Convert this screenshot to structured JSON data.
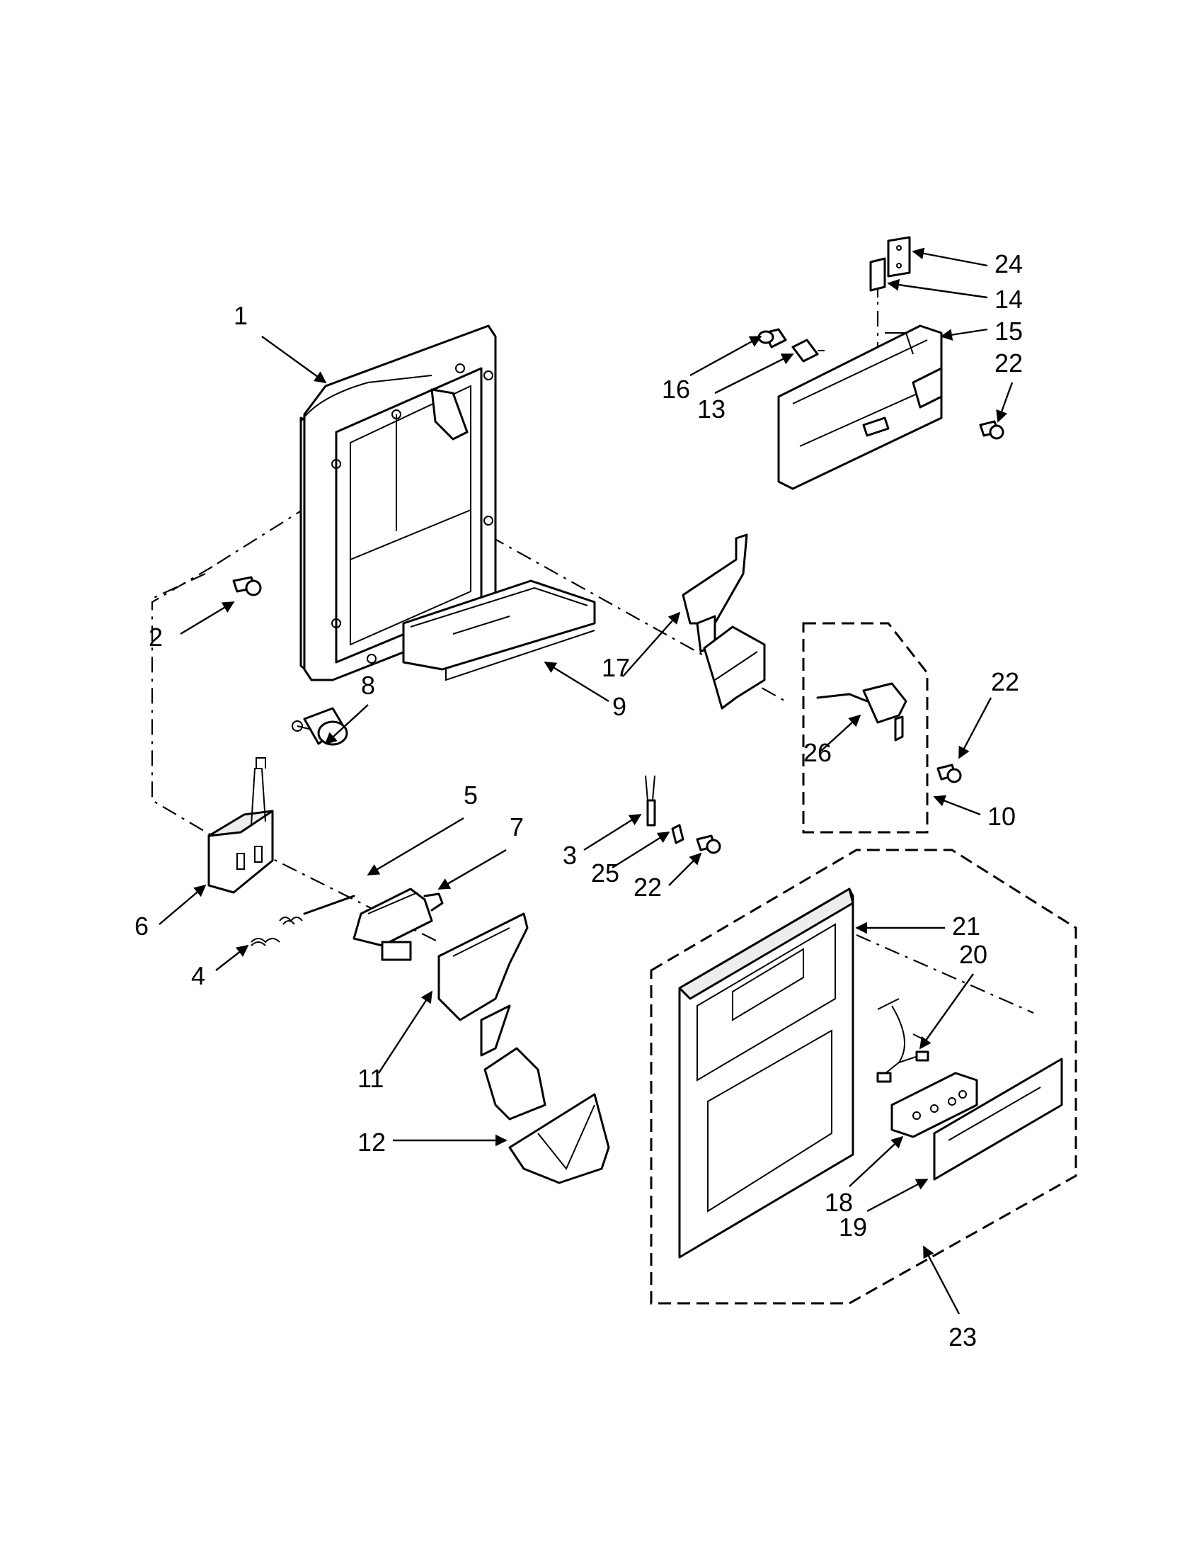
{
  "colors": {
    "line": "#000000",
    "background": "#ffffff",
    "shade": "#ededed"
  },
  "callouts": [
    {
      "id": "1",
      "label": "1"
    },
    {
      "id": "2",
      "label": "2"
    },
    {
      "id": "3",
      "label": "3"
    },
    {
      "id": "4",
      "label": "4"
    },
    {
      "id": "5",
      "label": "5"
    },
    {
      "id": "6",
      "label": "6"
    },
    {
      "id": "7",
      "label": "7"
    },
    {
      "id": "8",
      "label": "8"
    },
    {
      "id": "9",
      "label": "9"
    },
    {
      "id": "10",
      "label": "10"
    },
    {
      "id": "11",
      "label": "11"
    },
    {
      "id": "12",
      "label": "12"
    },
    {
      "id": "13",
      "label": "13"
    },
    {
      "id": "14",
      "label": "14"
    },
    {
      "id": "15",
      "label": "15"
    },
    {
      "id": "16",
      "label": "16"
    },
    {
      "id": "17",
      "label": "17"
    },
    {
      "id": "18",
      "label": "18"
    },
    {
      "id": "19",
      "label": "19"
    },
    {
      "id": "20",
      "label": "20"
    },
    {
      "id": "21",
      "label": "21"
    },
    {
      "id": "22a",
      "label": "22"
    },
    {
      "id": "22b",
      "label": "22"
    },
    {
      "id": "22c",
      "label": "22"
    },
    {
      "id": "23",
      "label": "23"
    },
    {
      "id": "24",
      "label": "24"
    },
    {
      "id": "25",
      "label": "25"
    },
    {
      "id": "26",
      "label": "26"
    }
  ]
}
